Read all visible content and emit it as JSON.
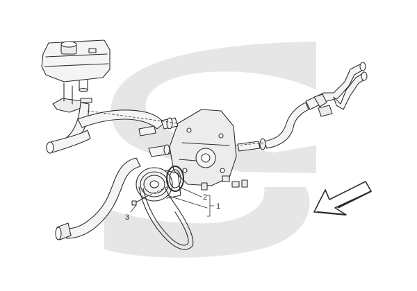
{
  "callouts": {
    "c1": "1",
    "c2": "2",
    "c3": "3"
  },
  "colors": {
    "watermark": "#e6e6e6",
    "line": "#2b2b2b",
    "hose_fill": "#f4f4f4",
    "part_fill": "#ececec"
  },
  "icons": {
    "direction_arrow": "arrow-down-left-icon"
  }
}
